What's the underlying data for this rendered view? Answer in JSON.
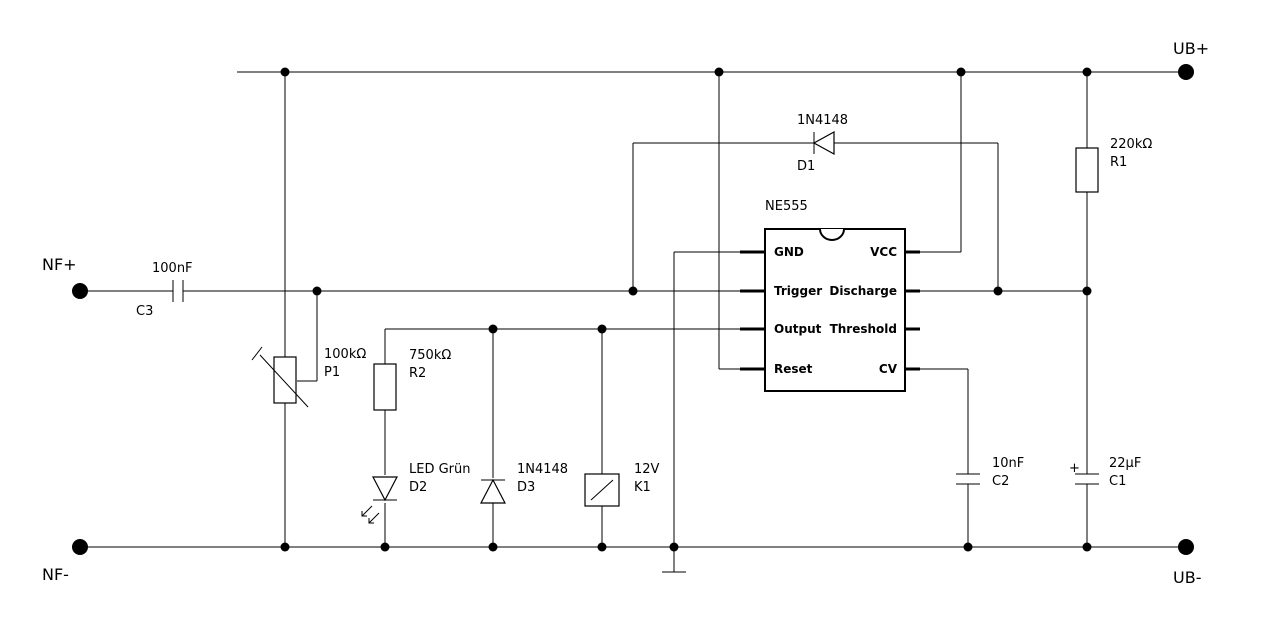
{
  "terminals": {
    "nf_plus": "NF+",
    "nf_minus": "NF-",
    "ub_plus": "UB+",
    "ub_minus": "UB-"
  },
  "ic": {
    "title": "NE555",
    "pins_left": [
      "GND",
      "Trigger",
      "Output",
      "Reset"
    ],
    "pins_right": [
      "VCC",
      "Discharge",
      "Threshold",
      "CV"
    ]
  },
  "components": {
    "c3": {
      "value": "100nF",
      "ref": "C3"
    },
    "p1": {
      "value": "100kΩ",
      "ref": "P1"
    },
    "r2": {
      "value": "750kΩ",
      "ref": "R2"
    },
    "d2": {
      "value": "LED Grün",
      "ref": "D2"
    },
    "d3": {
      "value": "1N4148",
      "ref": "D3"
    },
    "k1": {
      "value": "12V",
      "ref": "K1"
    },
    "d1": {
      "value": "1N4148",
      "ref": "D1"
    },
    "r1": {
      "value": "220kΩ",
      "ref": "R1"
    },
    "c2": {
      "value": "10nF",
      "ref": "C2"
    },
    "c1": {
      "value": "22µF",
      "ref": "C1",
      "polarity": "+"
    }
  }
}
